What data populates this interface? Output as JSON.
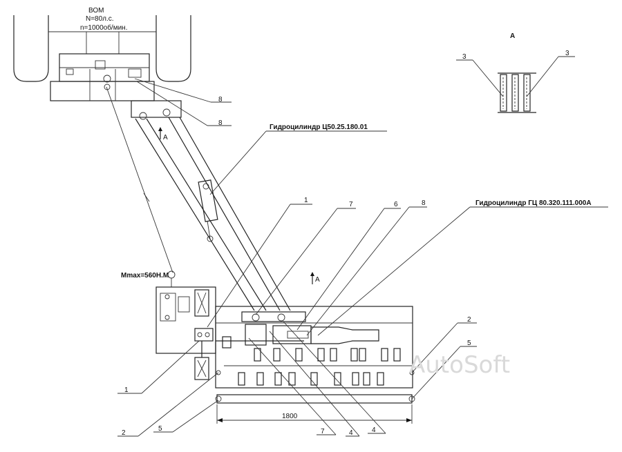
{
  "tractor": {
    "pto_label": "ВОМ",
    "power": "N=80л.с.",
    "speed": "n=1000об/мин."
  },
  "view_a": {
    "title": "А",
    "label_left": "3",
    "label_right": "3"
  },
  "callouts": {
    "top_8a": "8",
    "top_8b": "8",
    "cylinder_upper": "Гидроцилиндр Ц50.25.180.01",
    "cylinder_lower": "Гидроцилиндр ГЦ 80.320.111.000А",
    "n1_top": "1",
    "n7_top": "7",
    "n6_top": "6",
    "n8_mid": "8",
    "n2_right": "2",
    "n5_right": "5",
    "n1_bottom": "1",
    "n2_bottom": "2",
    "n5_bottom": "5",
    "n7_bottom": "7",
    "n4_bottom_a": "4",
    "n4_bottom_b": "4"
  },
  "annotations": {
    "moment": "Mmax=560Н.М",
    "arrow_a_upper": "А",
    "arrow_a_mid": "А",
    "width_dim": "1800"
  },
  "watermark": "AutoSoft"
}
